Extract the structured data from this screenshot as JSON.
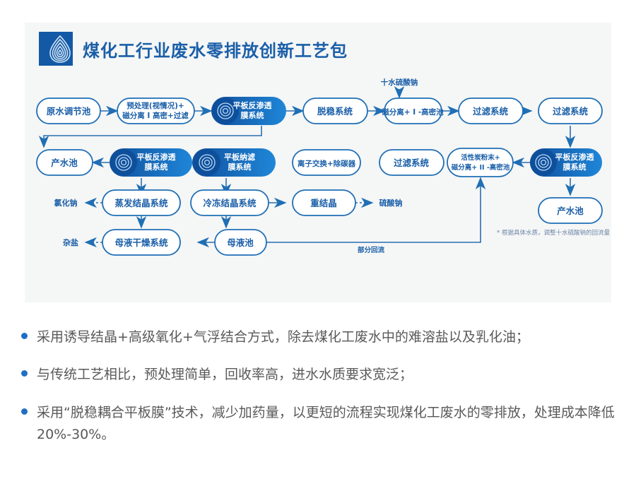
{
  "header": {
    "title": "煤化工行业废水零排放创新工艺包",
    "logo_icon": "water-drop-ripple-logo",
    "accent_color": "#1a5fa8"
  },
  "colors": {
    "card_bg": "#f5f6f6",
    "page_bg": "#ffffff",
    "outline_blue": "#1f6fb5",
    "fill_blue_dark": "#13539f",
    "fill_blue_light": "#1f86d8",
    "text_blue": "#1a5fa8",
    "body_text": "#595959",
    "connector": "#2a6fb0"
  },
  "diagram": {
    "nodes": [
      {
        "id": "n1",
        "label": "原水调节池",
        "style": "outline"
      },
      {
        "id": "n2",
        "label": "预处理(视情况)+\n磁分离 I 高密+过滤",
        "style": "outline"
      },
      {
        "id": "n3",
        "label": "平板反渗透\n膜系统",
        "style": "filled",
        "icon": "membrane-disc-icon"
      },
      {
        "id": "n4",
        "label": "脱稳系统",
        "style": "outline"
      },
      {
        "id": "n5",
        "label": "磁分离+ I -高密池",
        "style": "outline"
      },
      {
        "id": "n6",
        "label": "过滤系统",
        "style": "outline"
      },
      {
        "id": "n7",
        "label": "产水池",
        "style": "outline"
      },
      {
        "id": "n8",
        "label": "平板反渗透\n膜系统",
        "style": "filled",
        "icon": "membrane-disc-icon"
      },
      {
        "id": "n9",
        "label": "平板纳滤\n膜系统",
        "style": "filled",
        "icon": "membrane-disc-icon"
      },
      {
        "id": "n10",
        "label": "离子交换+除碳器",
        "style": "outline"
      },
      {
        "id": "n11",
        "label": "过滤系统",
        "style": "outline"
      },
      {
        "id": "n12",
        "label": "活性炭粉末+\n磁分离+ II -高密池",
        "style": "outline"
      },
      {
        "id": "n13",
        "label": "平板反渗透\n膜系统",
        "style": "filled",
        "icon": "membrane-disc-icon"
      },
      {
        "id": "n14",
        "label": "蒸发结晶系统",
        "style": "outline"
      },
      {
        "id": "n15",
        "label": "冷冻结晶系统",
        "style": "outline"
      },
      {
        "id": "n16",
        "label": "重结晶",
        "style": "outline"
      },
      {
        "id": "n17",
        "label": "产水池",
        "style": "outline"
      },
      {
        "id": "n18",
        "label": "母液干燥系统",
        "style": "outline"
      },
      {
        "id": "n19",
        "label": "母液池",
        "style": "outline"
      }
    ],
    "free_labels": [
      {
        "id": "l1",
        "text": "十水硫酸钠",
        "kind": "input-reagent"
      },
      {
        "id": "l2",
        "text": "氯化钠",
        "kind": "product"
      },
      {
        "id": "l3",
        "text": "硫酸钠",
        "kind": "product"
      },
      {
        "id": "l4",
        "text": "杂盐",
        "kind": "product"
      },
      {
        "id": "l5",
        "text": "部分回流",
        "kind": "flow-annotation"
      },
      {
        "id": "l6",
        "text": "* 根据具体水质，调整十水硫酸钠的回流量",
        "kind": "footnote"
      }
    ]
  },
  "bullets": [
    "采用诱导结晶+高级氧化+气浮结合方式，除去煤化工废水中的难溶盐以及乳化油；",
    "与传统工艺相比，预处理简单，回收率高，进水水质要求宽泛；",
    "采用“脱稳耦合平板膜”技术，减少加药量，以更短的流程实现煤化工废水的零排放，处理成本降低20%-30%。"
  ]
}
